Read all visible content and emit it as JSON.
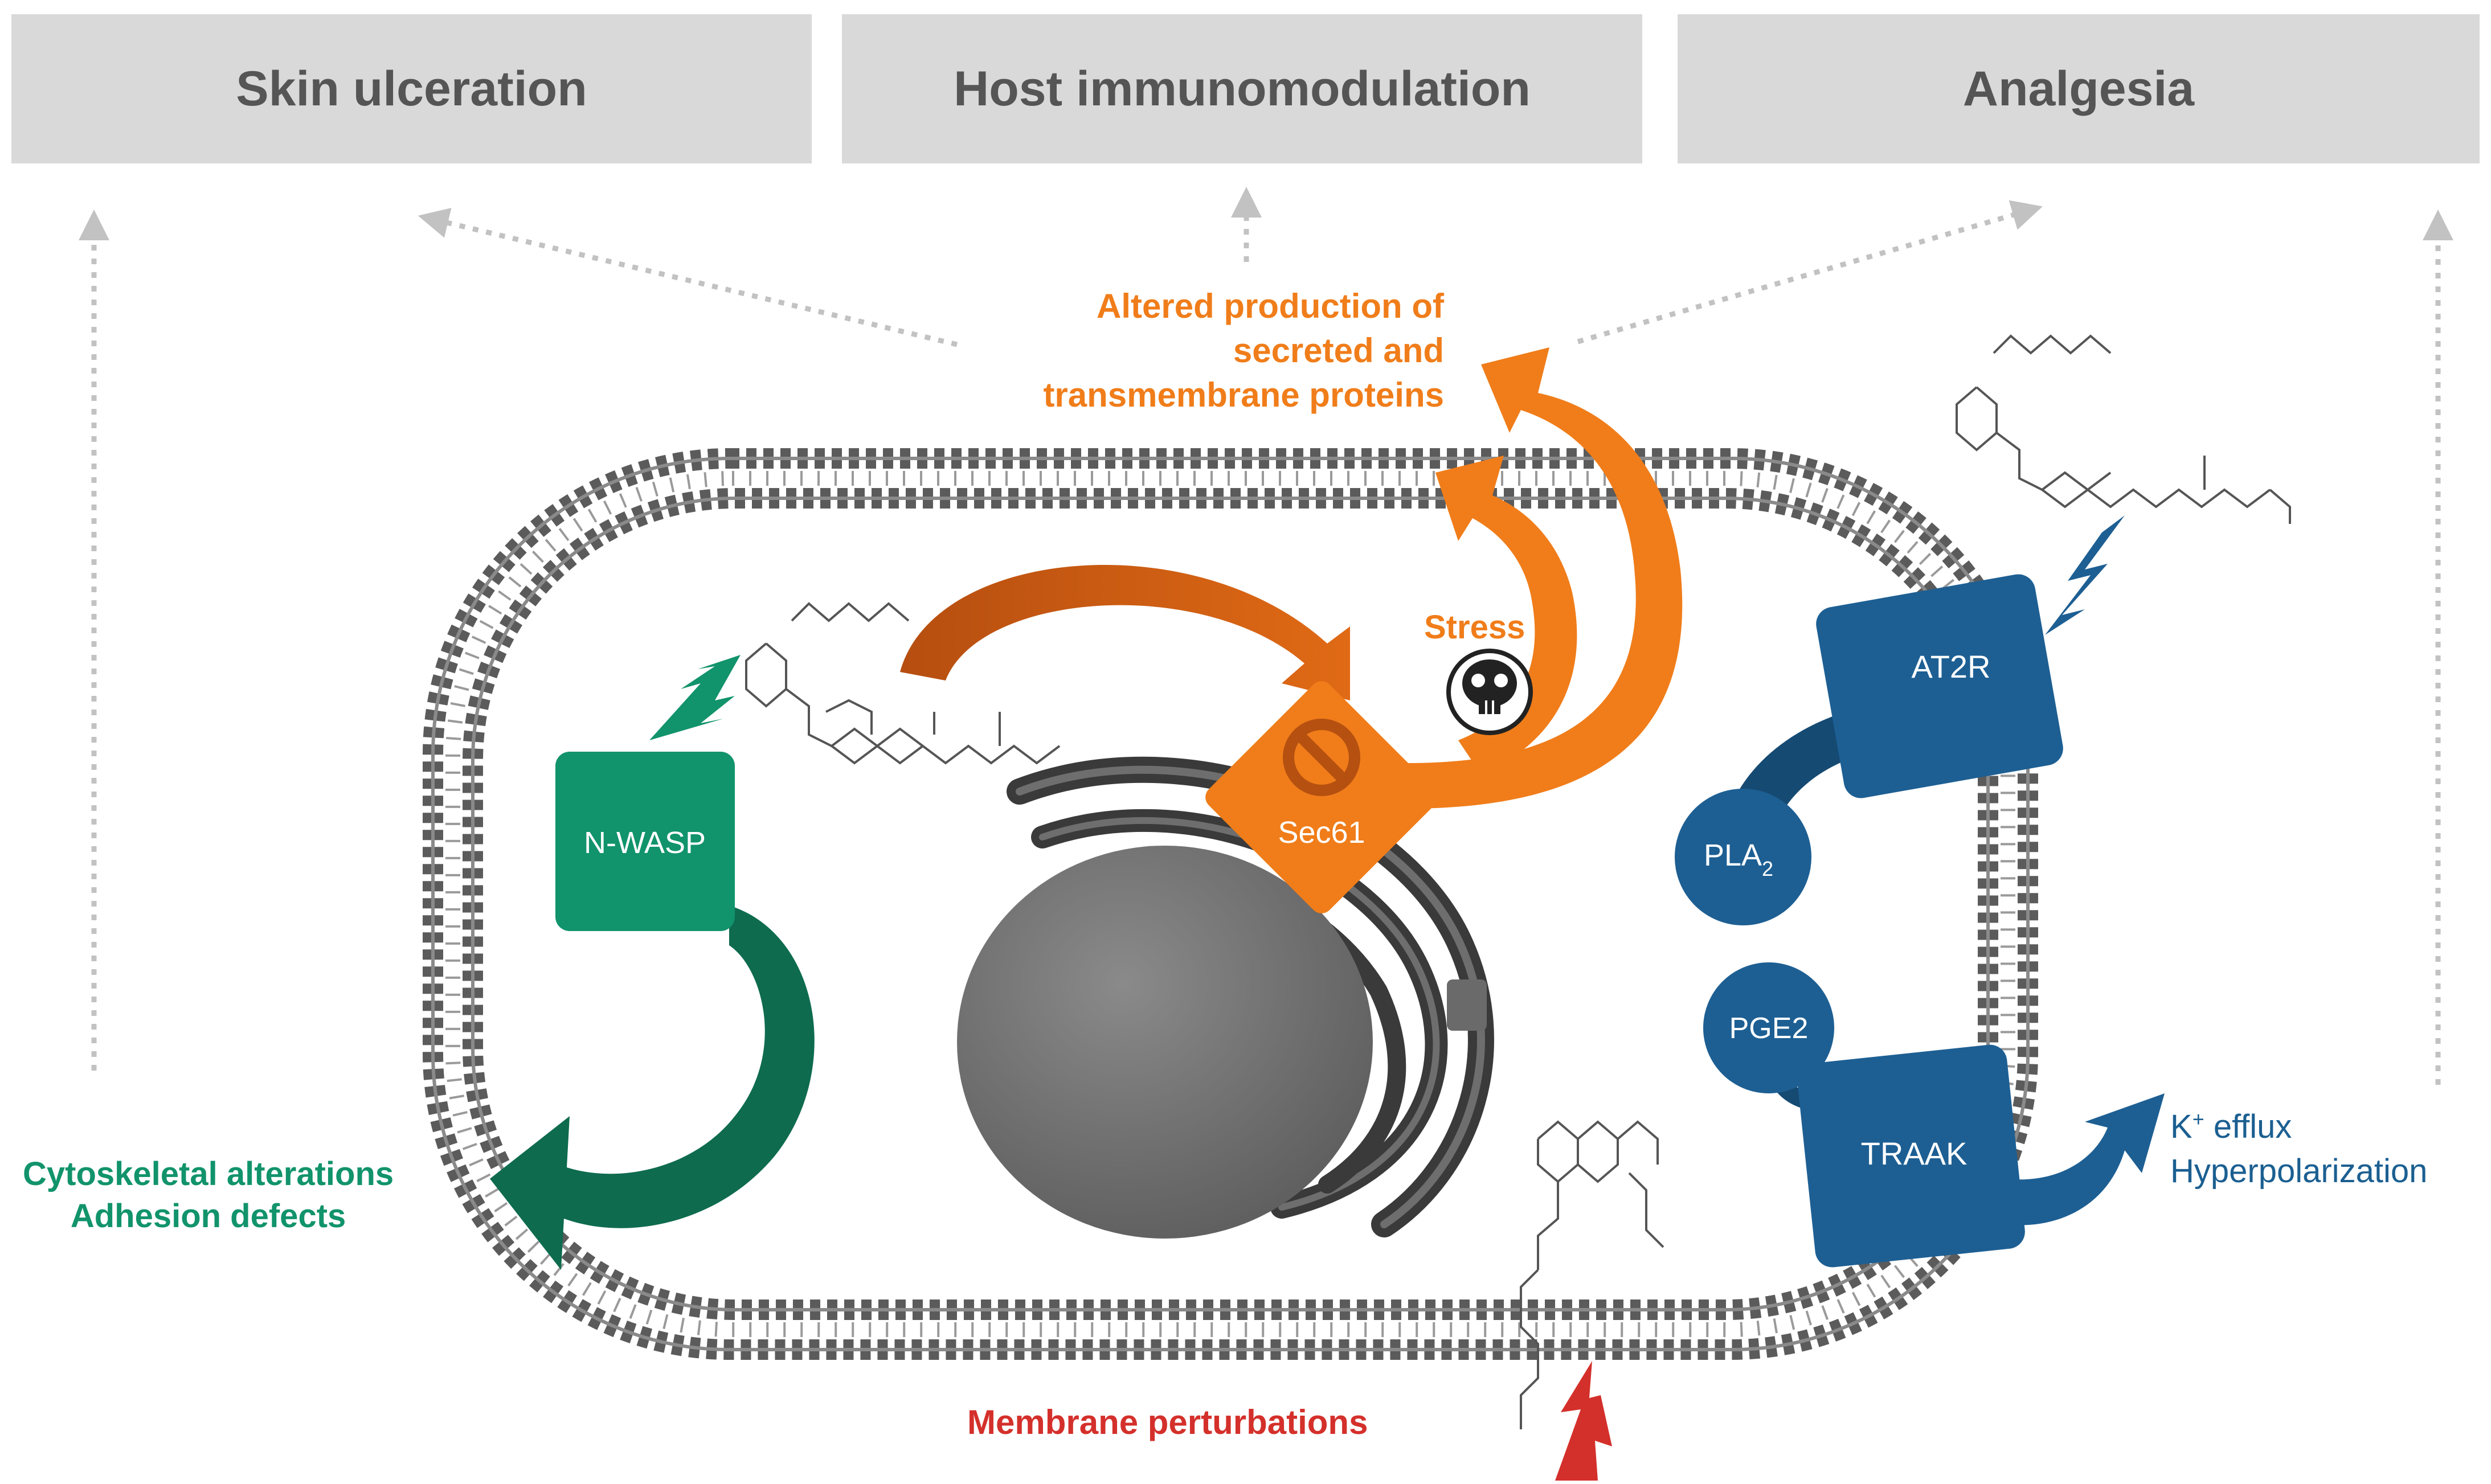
{
  "top_boxes": {
    "skin": "Skin ulceration",
    "host": "Host immunomodulation",
    "analgesia": "Analgesia"
  },
  "labels": {
    "altered_line1": "Altered production of",
    "altered_line2": "secreted and",
    "altered_line3": "transmembrane proteins",
    "stress": "Stress",
    "cytoskeletal": "Cytoskeletal alterations",
    "adhesion": "Adhesion defects",
    "membrane": "Membrane perturbations",
    "k_efflux_k": "K",
    "k_efflux_plus": "+",
    "k_efflux_rest": " efflux",
    "hyperpolarization": "Hyperpolarization"
  },
  "nodes": {
    "nwasp": "N-WASP",
    "sec61": "Sec61",
    "at2r": "AT2R",
    "pla2_base": "PLA",
    "pla2_sub": "2",
    "pge2": "PGE2",
    "traak": "TRAAK"
  },
  "colors": {
    "orange": "#f07d1a",
    "dark_orange": "#c85b12",
    "green": "#11936b",
    "dark_green": "#0e6b4e",
    "blue": "#1d5f93",
    "dark_blue": "#154a73",
    "red": "#d4302b",
    "membrane": "#5b5b5b",
    "top_box_bg": "#d9d9d9"
  },
  "icons": {
    "skull": "skull-icon",
    "inhibit": "no-entry-icon",
    "lightning": "lightning-icon"
  }
}
